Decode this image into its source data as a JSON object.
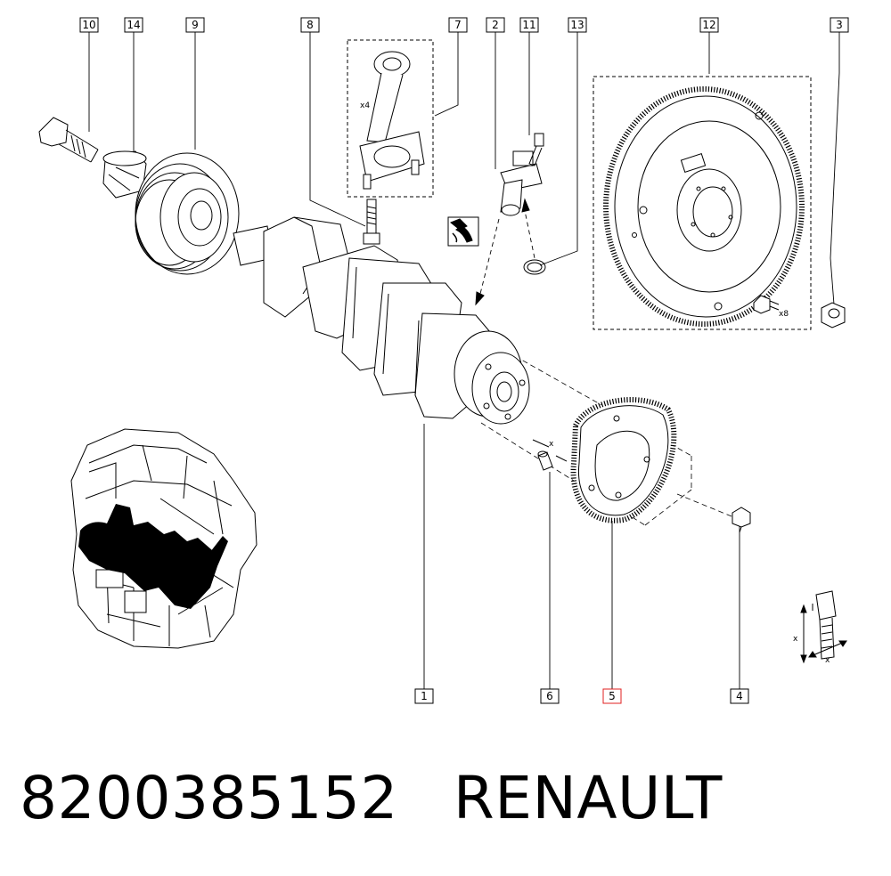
{
  "callouts": {
    "c1": "1",
    "c2": "2",
    "c3": "3",
    "c4": "4",
    "c5": "5",
    "c6": "6",
    "c7": "7",
    "c8": "8",
    "c9": "9",
    "c10": "10",
    "c11": "11",
    "c12": "12",
    "c13": "13",
    "c14": "14"
  },
  "annotations": {
    "rod_qty": "x4",
    "flywheel_bolt_qty": "x8",
    "dowel_dim": "x",
    "bolt_dim_1": "x",
    "bolt_dim_2": "x"
  },
  "highlight": {
    "callout": "5",
    "color": "#e02020"
  },
  "caption": {
    "part_number": "8200385152",
    "brand": "RENAULT"
  }
}
